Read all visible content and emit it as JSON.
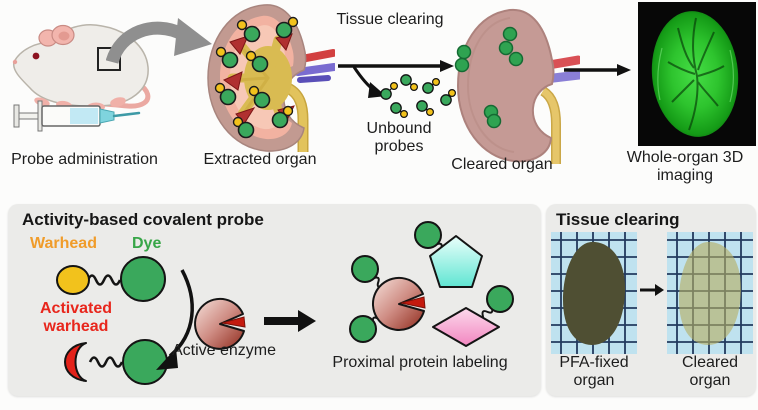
{
  "top_row": {
    "probe_administration_label": "Probe administration",
    "extracted_organ_label": "Extracted organ",
    "tissue_clearing_label": "Tissue clearing",
    "unbound_probes_label": "Unbound probes",
    "cleared_organ_label": "Cleared organ",
    "whole_organ_imaging_label": "Whole-organ 3D imaging"
  },
  "probe_panel": {
    "title": "Activity-based covalent probe",
    "warhead_label": "Warhead",
    "dye_label": "Dye",
    "activated_warhead_label": "Activated warhead",
    "active_enzyme_label": "Active enzyme",
    "proximal_labeling_label": "Proximal protein labeling"
  },
  "clearing_panel": {
    "title": "Tissue clearing",
    "pfa_fixed_label": "PFA-fixed organ",
    "cleared_label": "Cleared organ"
  },
  "icons": {
    "transfer_arrow": "curved gray arrow",
    "step_arrow": "straight black arrow",
    "washout_arrow": "curved black arrow",
    "reaction_arrow": "curved black arrow",
    "block_arrow": "solid black arrow"
  },
  "palette": {
    "dye_green": "#3aa85c",
    "warhead_yellow": "#f2c21c",
    "activated_red": "#e3221a",
    "enzyme_dark_red": "#8f2a1c",
    "pentagon_cyan": "#7fe8d8",
    "diamond_pink": "#f49ccb",
    "kidney_outer": "#c29a91",
    "kidney_cortex": "#f2b2a1",
    "kidney_pelvis_yellow": "#d9bb52",
    "artery_red": "#d24040",
    "vein_blue": "#7a6cd0",
    "cleared_kidney": "#c59a95",
    "fluorescence_green": "#2ec42e",
    "grid_photo_blue": "#bfe2ef",
    "grid_line_navy": "#223a5e",
    "pfa_organ_olive": "#4f4f33",
    "cleared_organ_olive": "#b5ae62",
    "panel_gray": "#ebebe9"
  }
}
